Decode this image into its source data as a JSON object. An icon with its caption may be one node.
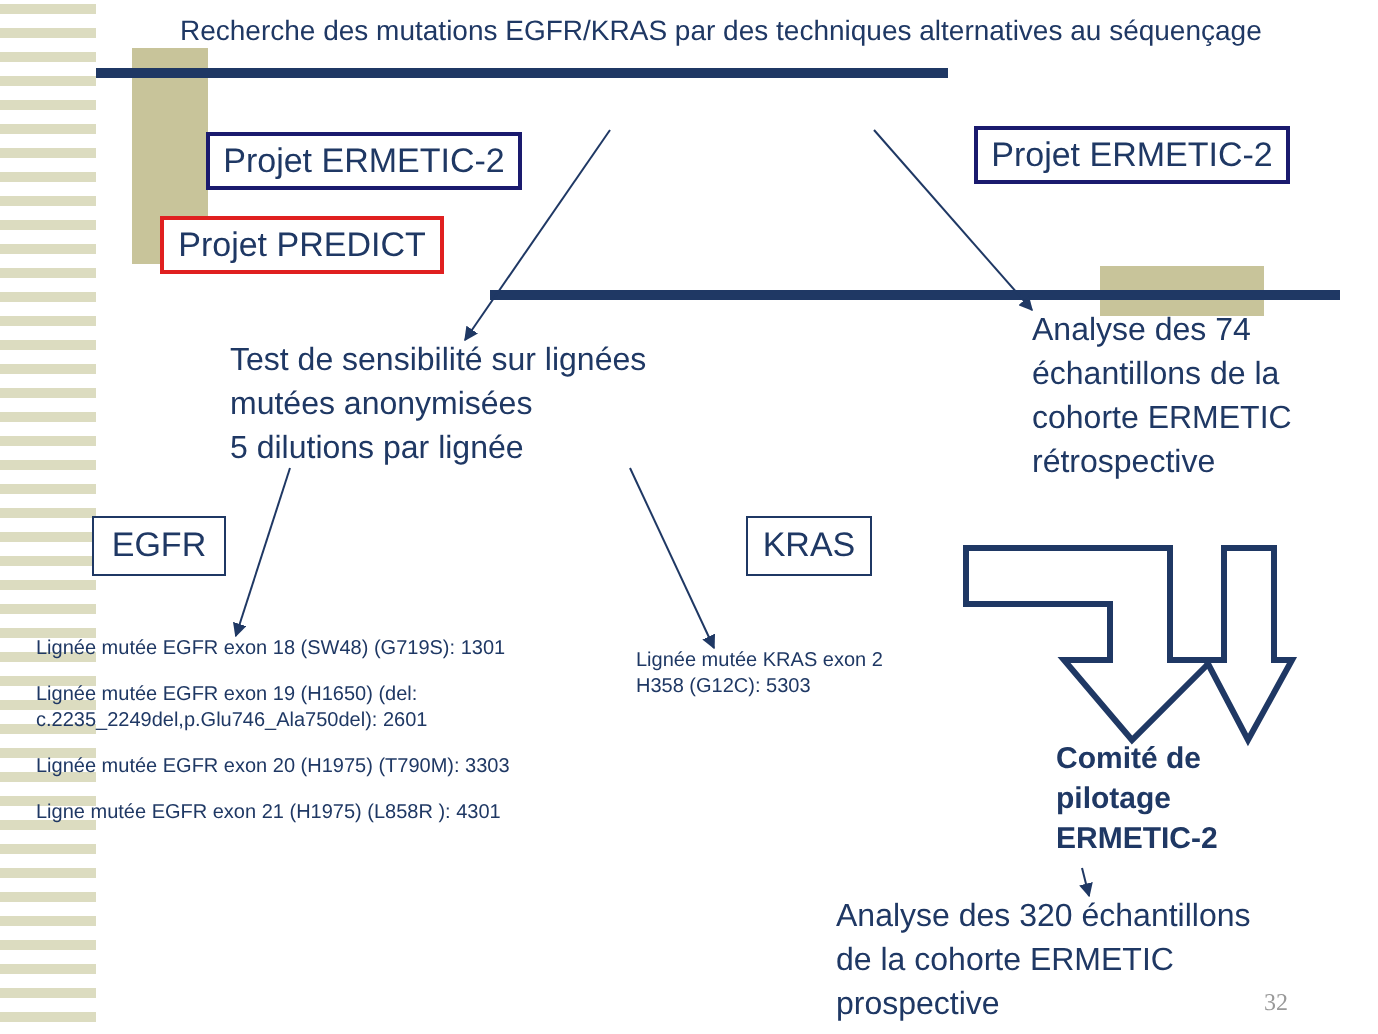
{
  "diagram": {
    "title": "Recherche des mutations EGFR/KRAS par des techniques alternatives au séquençage",
    "nodes": [
      {
        "text": [
          "Projet ERMETIC-2"
        ]
      },
      {
        "text": [
          "Projet PREDICT"
        ]
      },
      {
        "text": [
          "Projet ERMETIC-2"
        ]
      },
      {
        "text": [
          "Test de sensibilité sur lignées mutées anonymisées",
          "5 dilutions par lignée"
        ]
      },
      {
        "text": [
          "Analyse des 74 échantillons de la cohorte ERMETIC rétrospective"
        ]
      },
      {
        "text": [
          "EGFR"
        ]
      },
      {
        "text": [
          "KRAS"
        ]
      },
      {
        "text": [
          "Lignée mutée EGFR exon 18 (SW48) (G719S): 1301",
          "Lignée mutée EGFR exon 19 (H1650) (del: c.2235_2249del,p.Glu746_Ala750del): 2601",
          "Lignée  mutée EGFR exon 20 (H1975) (T790M): 3303",
          "Ligne mutée EGFR exon 21 (H1975) (L858R ): 4301"
        ]
      },
      {
        "text": [
          "Lignée mutée KRAS exon 2 H358 (G12C): 5303"
        ]
      },
      {
        "text": [
          "Comité de pilotage ERMETIC-2"
        ]
      },
      {
        "text": [
          "Analyse des 320 échantillons de la cohorte ERMETIC prospective"
        ]
      }
    ],
    "edges": [
      {
        "from": null,
        "to": 3,
        "arrow": "to"
      },
      {
        "from": null,
        "to": 4,
        "arrow": "to"
      },
      {
        "from": 3,
        "to": 7,
        "arrow": "to"
      },
      {
        "from": 3,
        "to": 8,
        "arrow": "to"
      },
      {
        "from": 4,
        "to": 9,
        "arrow": "to",
        "style": "thick"
      },
      {
        "from": 4,
        "to": 9,
        "arrow": "to",
        "style": "thick"
      },
      {
        "from": 9,
        "to": 10,
        "arrow": "to"
      }
    ],
    "labels": [
      "32"
    ]
  }
}
